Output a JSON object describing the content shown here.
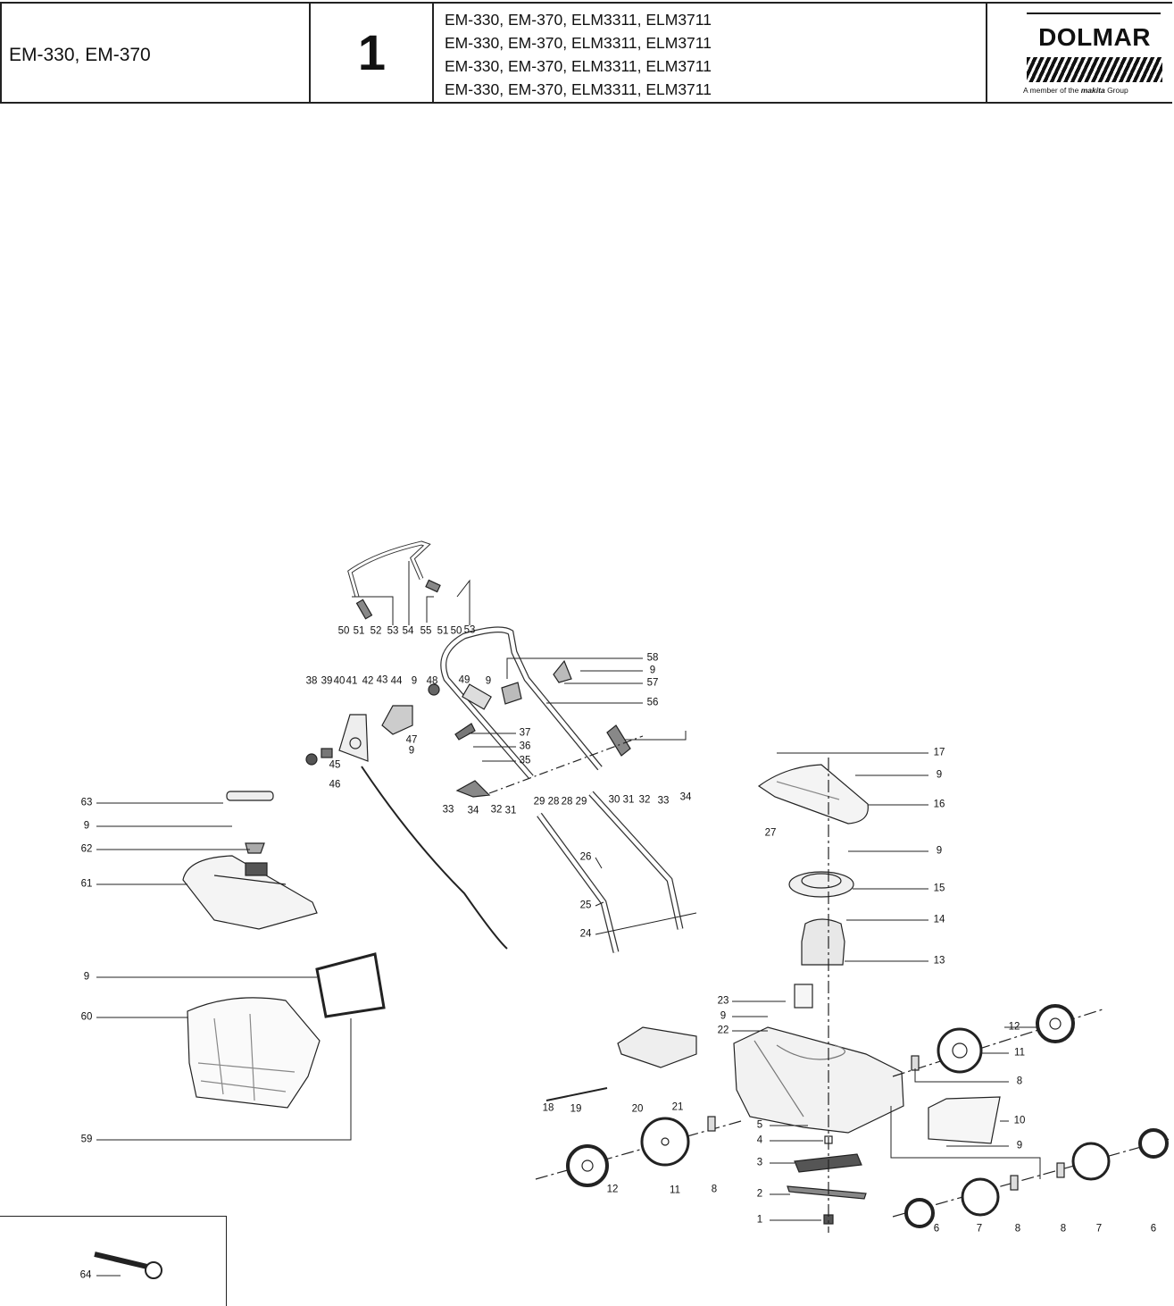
{
  "header": {
    "model": "EM-330, EM-370",
    "page_number": "1",
    "model_lines": [
      "EM-330, EM-370, ELM3311, ELM3711",
      "EM-330, EM-370, ELM3311, ELM3711",
      "EM-330, EM-370, ELM3311, ELM3711",
      "EM-330, EM-370, ELM3311, ELM3711"
    ],
    "logo": {
      "brand": "DOLMAR",
      "tagline_prefix": "A member of the",
      "tagline_brand": "makita",
      "tagline_suffix": "Group"
    }
  },
  "diagram": {
    "callouts": [
      "50",
      "51",
      "52",
      "53",
      "54",
      "55",
      "51",
      "50",
      "53",
      "58",
      "9",
      "57",
      "56",
      "38",
      "39",
      "40",
      "41",
      "42",
      "43",
      "44",
      "9",
      "48",
      "49",
      "9",
      "47",
      "9",
      "45",
      "46",
      "37",
      "36",
      "35",
      "29",
      "28",
      "28",
      "29",
      "30",
      "31",
      "32",
      "33",
      "34",
      "33",
      "34",
      "32",
      "31",
      "17",
      "9",
      "16",
      "27",
      "9",
      "15",
      "14",
      "13",
      "63",
      "9",
      "62",
      "61",
      "9",
      "60",
      "59",
      "64",
      "26",
      "25",
      "24",
      "23",
      "9",
      "22",
      "12",
      "11",
      "8",
      "10",
      "9",
      "18",
      "19",
      "20",
      "21",
      "5",
      "4",
      "3",
      "2",
      "1",
      "12",
      "11",
      "8",
      "6",
      "7",
      "8",
      "8",
      "7",
      "6"
    ]
  }
}
